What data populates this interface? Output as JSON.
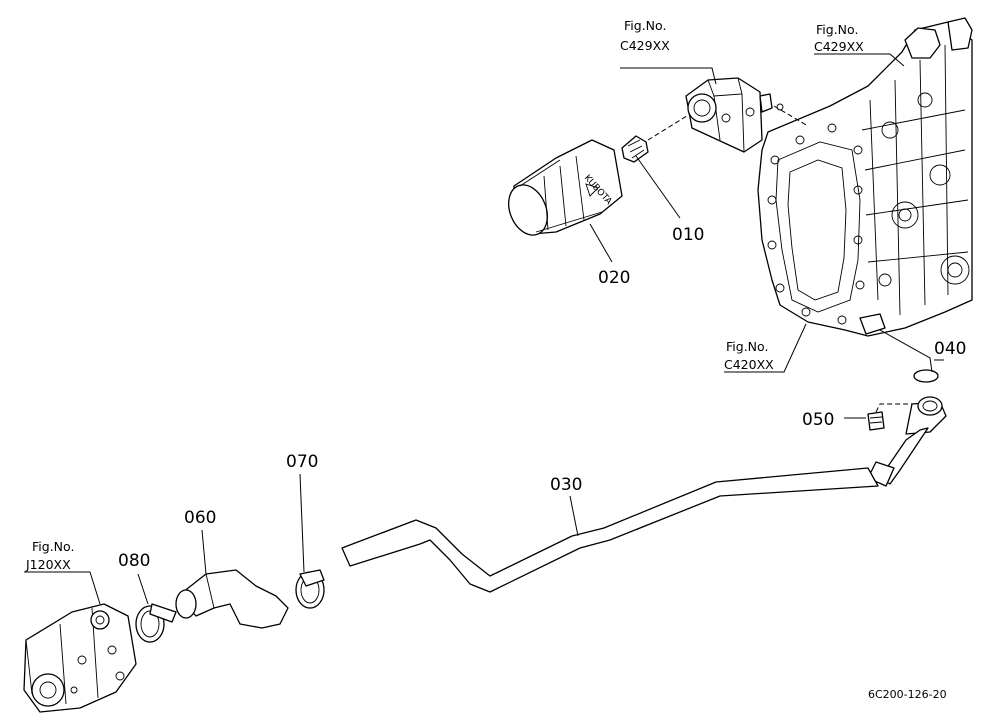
{
  "figure_refs": [
    {
      "id": "c429-oil-filter-bracket",
      "label": "Fig.No.",
      "code": "C429XX"
    },
    {
      "id": "c429-transmission-case",
      "label": "Fig.No.",
      "code": "C429XX"
    },
    {
      "id": "c420-transmission-case",
      "label": "Fig.No.",
      "code": "C420XX"
    },
    {
      "id": "j120-hydraulic-pump",
      "label": "Fig.No.",
      "code": "J120XX"
    }
  ],
  "callouts": {
    "p010": "010",
    "p020": "020",
    "p030": "030",
    "p040": "040",
    "p050": "050",
    "p060": "060",
    "p070": "070",
    "p080": "080"
  },
  "document_id": "6C200-126-20"
}
